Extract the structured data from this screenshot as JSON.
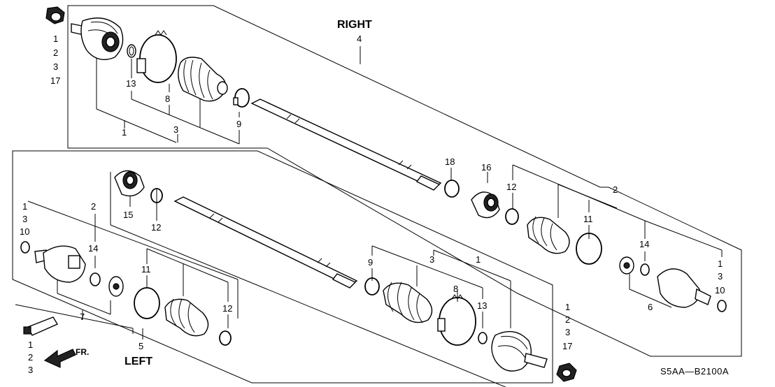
{
  "header_right": "RIGHT",
  "header_left": "LEFT",
  "front_marker": "FR.",
  "diagram_code": "S5AA—B2100A",
  "callouts": {
    "top_nut_stack": [
      "1",
      "2",
      "3",
      "17"
    ],
    "right_shaft": "4",
    "right_13": "13",
    "right_8": "8",
    "right_3": "3",
    "right_1": "1",
    "right_9": "9",
    "right_18": "18",
    "right_16": "16",
    "right_12": "12",
    "right_2": "2",
    "right_11": "11",
    "right_14": "14",
    "right_inner_stack": [
      "1",
      "3",
      "10"
    ],
    "right_6": "6",
    "left_outer_stack": [
      "1",
      "3",
      "10"
    ],
    "left_2": "2",
    "left_14": "14",
    "left_7": "7",
    "left_11": "11",
    "left_12_upper": "12",
    "left_15": "15",
    "left_12_lower": "12",
    "left_5": "5",
    "left_9": "9",
    "left_3": "3",
    "left_1": "1",
    "left_8": "8",
    "left_13": "13",
    "bottom_nut_stack": [
      "1",
      "2",
      "3",
      "17"
    ],
    "grease_stack": [
      "1",
      "2",
      "3"
    ]
  }
}
